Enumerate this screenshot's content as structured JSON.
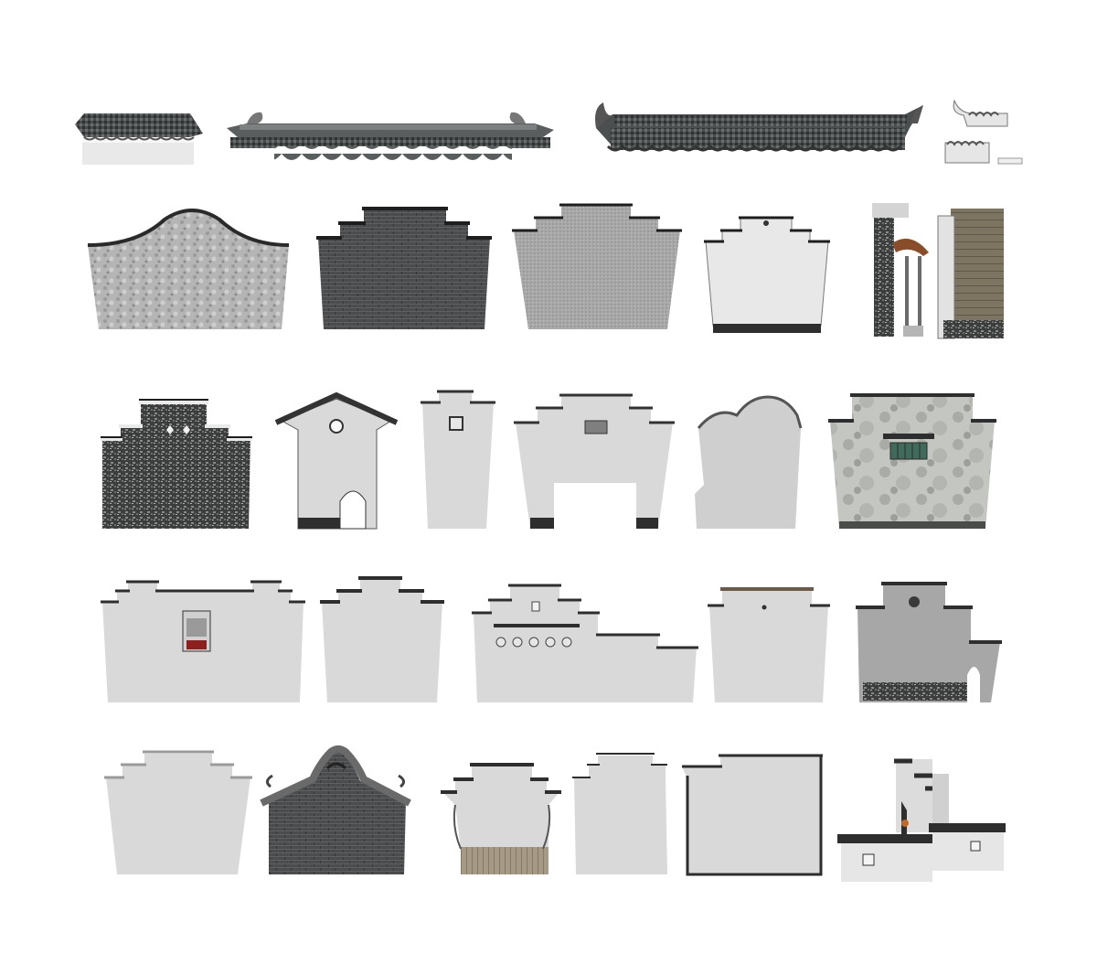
{
  "palette": {
    "tile_dark": "#3a3d3d",
    "tile_mid": "#6b6e6e",
    "stone_light": "#b9b9b9",
    "stone_mid": "#8e8e8e",
    "brick_dark": "#46484a",
    "plaster": "#d9d9d9",
    "plaster_shadow": "#c9c9c9",
    "plaster_weathered": "#bfc1bd",
    "base_black": "#2b2b2b",
    "eave_white": "#f2f2f2",
    "wood_brown": "#8a6a45",
    "window_green": "#3f6b5c",
    "door_red": "#8e1f1f",
    "bamboo_tan": "#a69a86",
    "panel_olive": "#7d7561"
  },
  "elements": [
    {
      "id": "roof-ridge-short",
      "kind": "roof"
    },
    {
      "id": "roof-ridge-long",
      "kind": "roof"
    },
    {
      "id": "roof-ridge-dragon",
      "kind": "roof"
    },
    {
      "id": "eave-fragments",
      "kind": "roof"
    },
    {
      "id": "wall-wave-stone",
      "kind": "wall"
    },
    {
      "id": "wall-stepped-brick",
      "kind": "wall"
    },
    {
      "id": "wall-stepped-stone",
      "kind": "wall"
    },
    {
      "id": "wall-stepped-plaster",
      "kind": "wall"
    },
    {
      "id": "gate-posts",
      "kind": "gate"
    },
    {
      "id": "wall-stepped-rubble",
      "kind": "wall"
    },
    {
      "id": "wall-gable-arch",
      "kind": "wall"
    },
    {
      "id": "wall-tower",
      "kind": "wall"
    },
    {
      "id": "wall-gateway",
      "kind": "wall"
    },
    {
      "id": "wall-cloud-top",
      "kind": "wall"
    },
    {
      "id": "wall-weathered-window",
      "kind": "wall"
    },
    {
      "id": "wall-long-red-window",
      "kind": "wall"
    },
    {
      "id": "wall-stepped-white",
      "kind": "wall"
    },
    {
      "id": "wall-long-round-windows",
      "kind": "wall"
    },
    {
      "id": "wall-flat-roof",
      "kind": "wall"
    },
    {
      "id": "wall-grey-arch",
      "kind": "wall"
    },
    {
      "id": "wall-stepped-white-2",
      "kind": "wall"
    },
    {
      "id": "wall-curled-brick",
      "kind": "wall"
    },
    {
      "id": "wall-scalloped-bamboo",
      "kind": "wall"
    },
    {
      "id": "wall-stepped-narrow",
      "kind": "wall"
    },
    {
      "id": "wall-square-frame",
      "kind": "wall"
    },
    {
      "id": "wall-corner-complex",
      "kind": "wall"
    }
  ]
}
